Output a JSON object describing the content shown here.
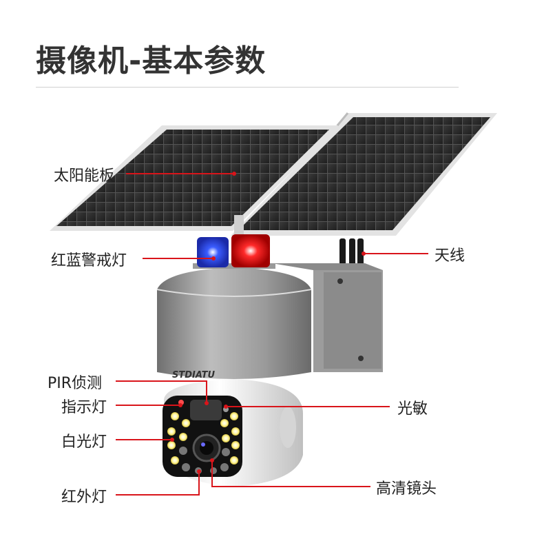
{
  "title": "摄像机-基本参数",
  "labels": {
    "solar_panel": "太阳能板",
    "warning_light": "红蓝警戒灯",
    "antenna": "天线",
    "pir": "PIR侦测",
    "indicator": "指示灯",
    "light_sensor": "光敏",
    "white_light": "白光灯",
    "ir_light": "红外灯",
    "hd_lens": "高清镜头"
  },
  "brand": "STDIATU",
  "colors": {
    "callout_line": "#d9141a",
    "title": "#333333",
    "label": "#222222"
  }
}
